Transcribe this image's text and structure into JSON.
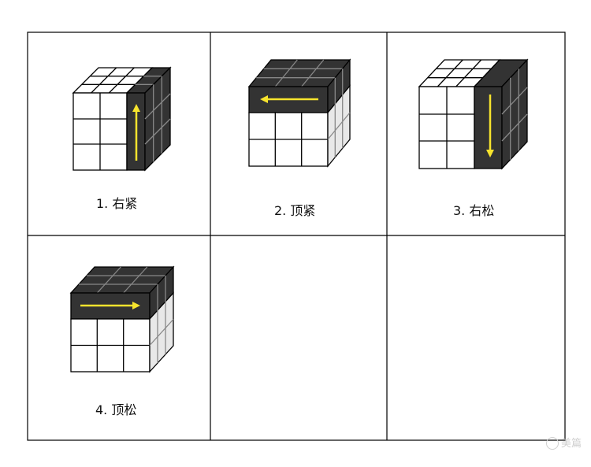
{
  "panels": [
    {
      "caption": "1. 右紧",
      "move": "right-up",
      "arrow": "vertical"
    },
    {
      "caption": "2. 顶紧",
      "move": "top-left",
      "arrow": "horizontal"
    },
    {
      "caption": "3. 右松",
      "move": "right-down",
      "arrow": "vertical"
    },
    {
      "caption": "4. 顶松",
      "move": "top-right",
      "arrow": "horizontal"
    },
    {
      "caption": "",
      "move": "",
      "arrow": ""
    },
    {
      "caption": "",
      "move": "",
      "arrow": ""
    }
  ],
  "colors": {
    "highlight_face": "#333333",
    "white_face": "#ffffff",
    "side_face": "#e8e8e8",
    "arrow": "#f7e42d",
    "grid_line": "#000000"
  },
  "watermark": {
    "text": "美篇"
  }
}
